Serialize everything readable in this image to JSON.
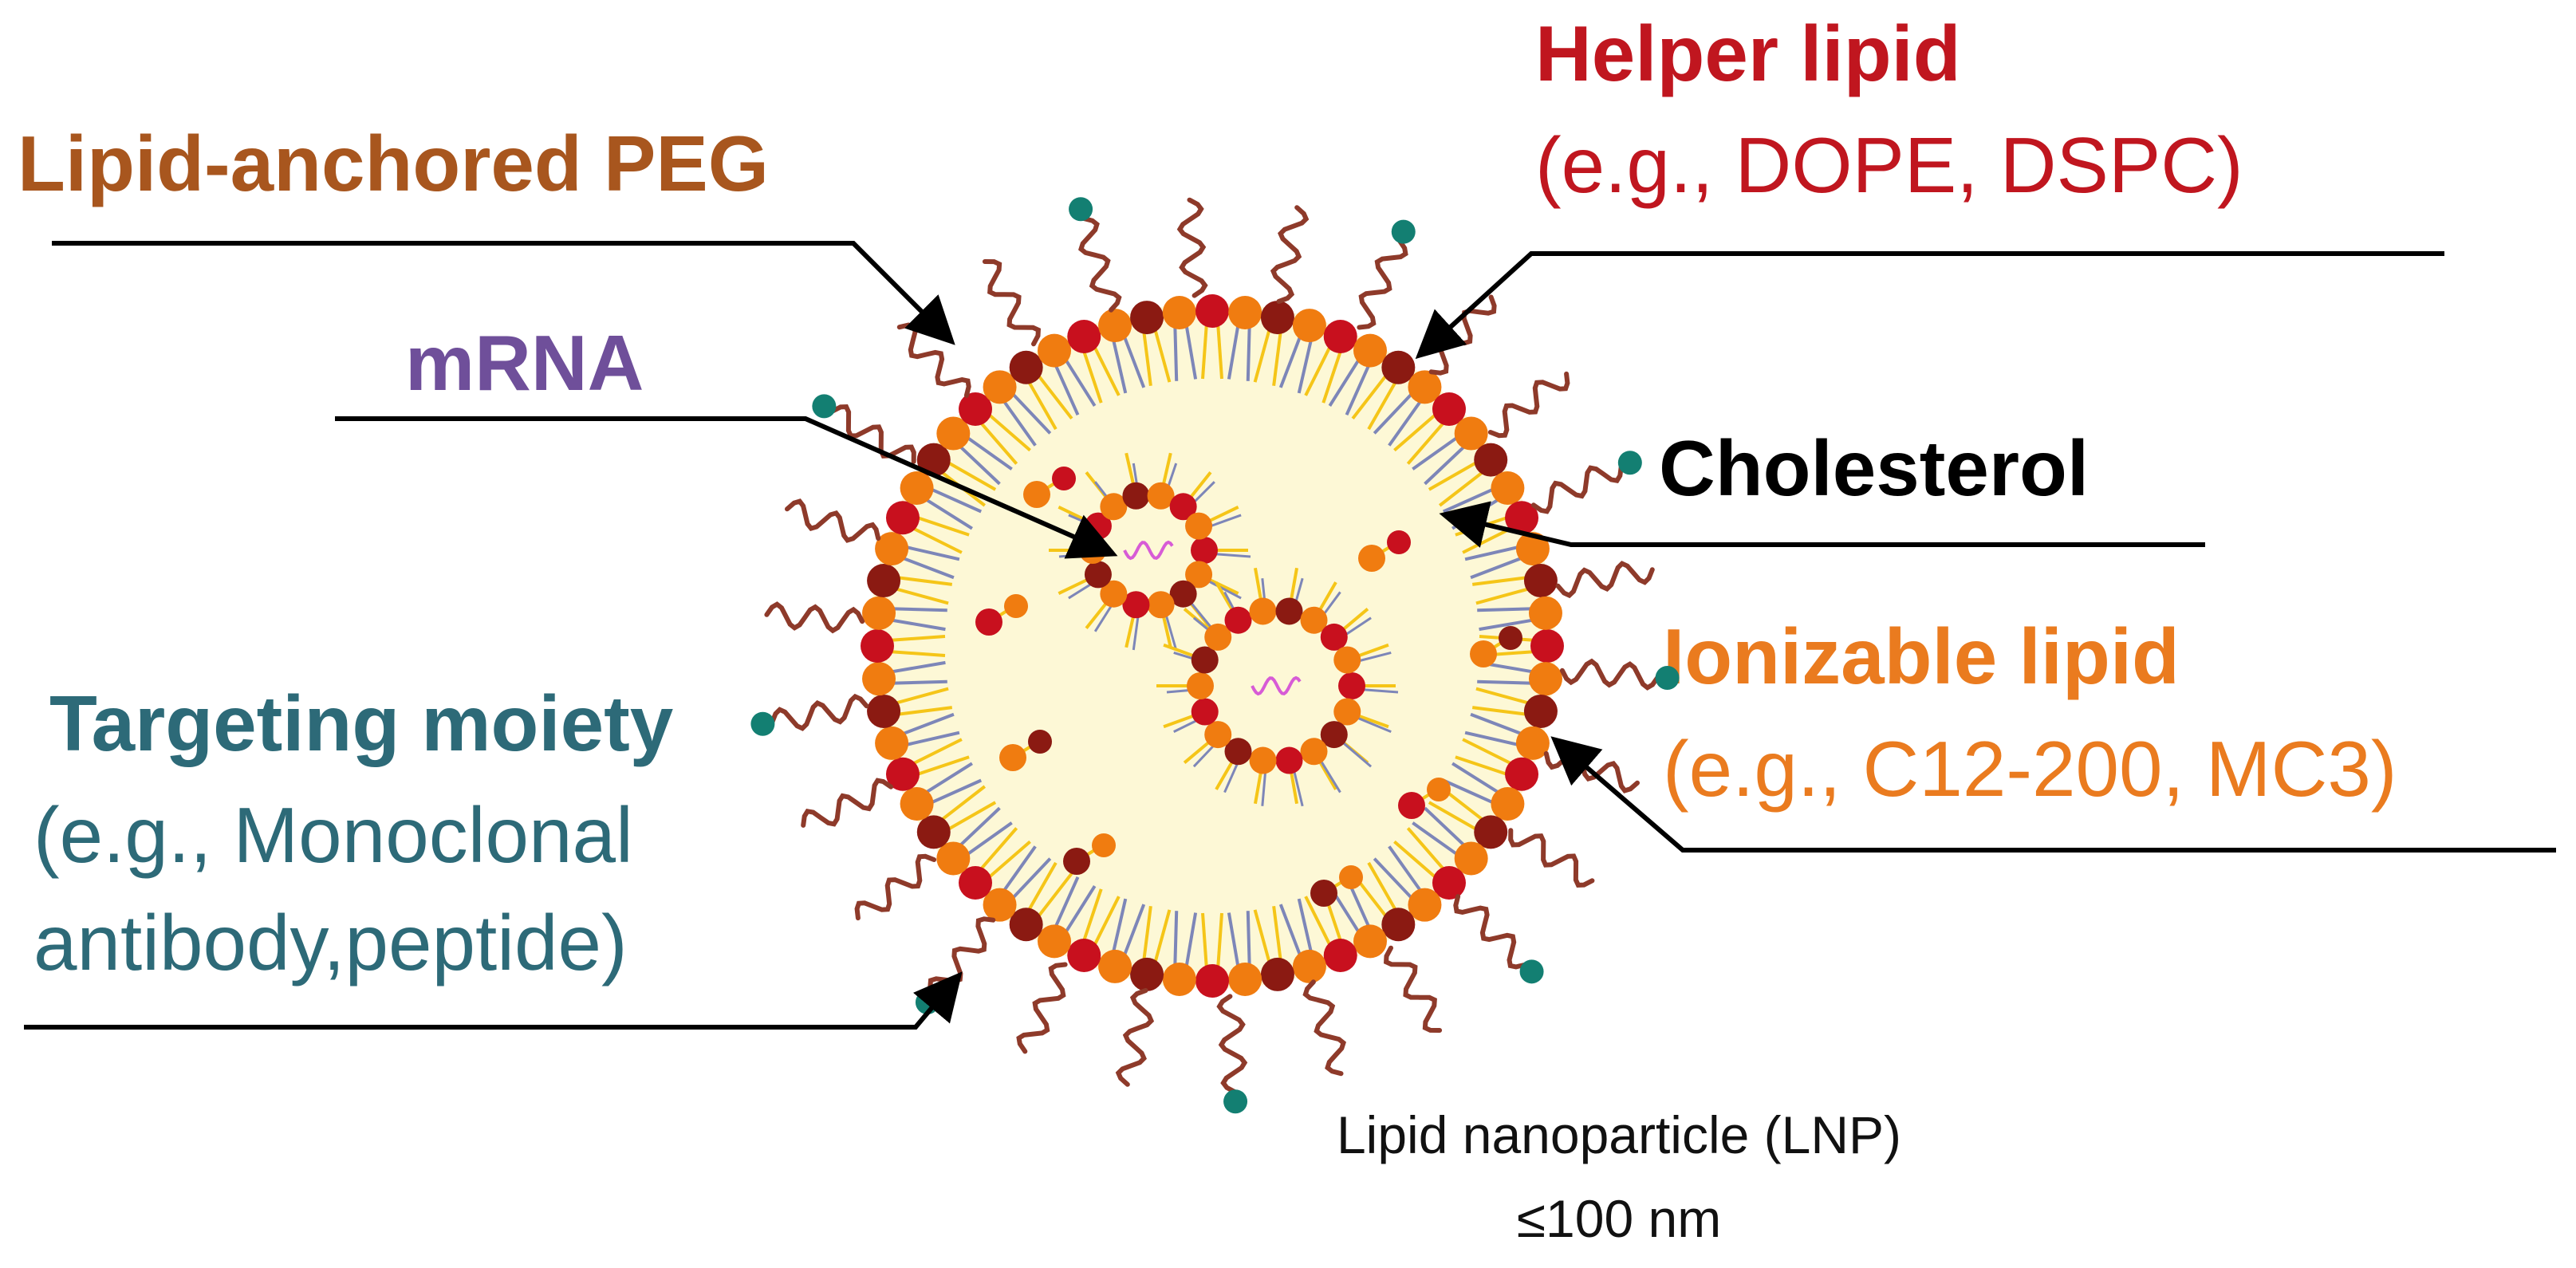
{
  "labels": {
    "helper_title": "Helper lipid",
    "helper_sub": "(e.g., DOPE, DSPC)",
    "peg_title": "Lipid-anchored PEG",
    "mrna_title": "mRNA",
    "cholesterol_title": "Cholesterol",
    "ionizable_title": "Ionizable lipid",
    "ionizable_sub": "(e.g., C12-200, MC3)",
    "targeting_title": "Targeting moiety",
    "targeting_sub_1": "(e.g., Monoclonal",
    "targeting_sub_2": "antibody,peptide)",
    "caption_1": "Lipid nanoparticle (LNP)",
    "caption_2": "≤100 nm"
  },
  "colors": {
    "helper": "#c0161f",
    "peg": "#a8561e",
    "mrna": "#6f4f9a",
    "cholesterol": "#000000",
    "ionizable": "#ea7b1f",
    "targeting": "#2d6a78",
    "core": "#fdf8d6",
    "tail_yellow": "#f5c518",
    "tail_blue": "#7d86b8",
    "head_red": "#c8101e",
    "head_orange": "#f07c10",
    "head_dark": "#8b1a12",
    "peg_chain": "#8e3a2a",
    "target_dot": "#137f72"
  },
  "icons": [
    "lnp-particle",
    "peg-chain",
    "targeting-dot",
    "mrna-strand",
    "arrow"
  ]
}
